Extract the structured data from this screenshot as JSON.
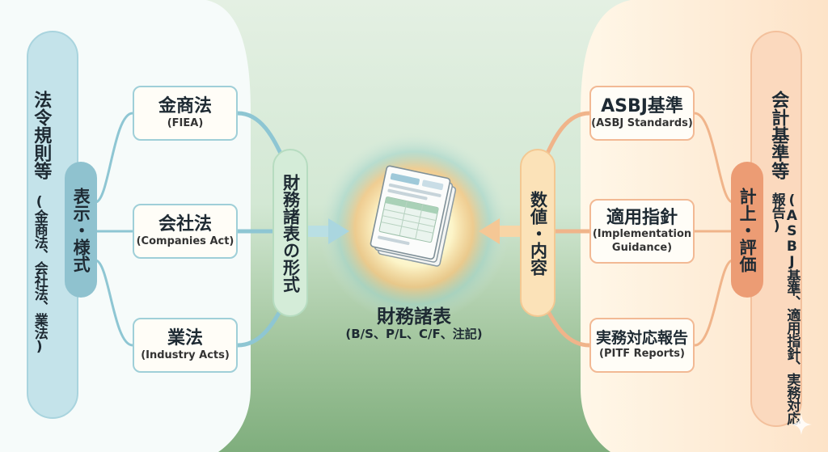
{
  "left": {
    "outer_label": "法令規則等",
    "outer_sub": "(金商法、会社法、業法)",
    "inner_label": "表示・様式",
    "connector_label": "財務諸表の形式",
    "boxes": [
      {
        "title": "金商法",
        "subtitle": "(FIEA)"
      },
      {
        "title": "会社法",
        "subtitle": "(Companies Act)"
      },
      {
        "title": "業法",
        "subtitle": "(Industry Acts)"
      }
    ]
  },
  "right": {
    "outer_label": "会計基準等",
    "outer_sub": "(ASBJ基準、適用指針、実務対応報告)",
    "inner_label": "計上・評価",
    "connector_label": "数値・内容",
    "boxes": [
      {
        "title": "ASBJ基準",
        "subtitle": "(ASBJ Standards)"
      },
      {
        "title": "適用指針",
        "subtitle": "(Implementation Guidance)"
      },
      {
        "title": "実務対応報告",
        "subtitle": "(PITF Reports)"
      }
    ]
  },
  "center": {
    "title": "財務諸表",
    "subtitle": "(B/S、P/L、C/F、注記)"
  },
  "colors": {
    "left_accent": "#8ec6d3",
    "left_pill": "#c4e3ea",
    "left_inner": "#8fc2cf",
    "right_accent": "#f0b48a",
    "right_pill": "#fbd9be",
    "right_inner": "#ec9c74",
    "left_connector": "#d4ecd8",
    "right_connector": "#fbe2b8"
  }
}
